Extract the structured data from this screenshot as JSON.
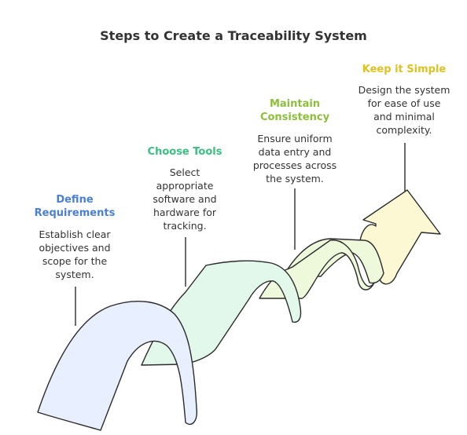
{
  "title": "Steps to Create a Traceability System",
  "steps": [
    {
      "heading": "Define\nRequirements",
      "description": "Establish clear\nobjectives and\nscope for the\nsystem.",
      "color": "#4a7fd6",
      "fill": "#e8efff"
    },
    {
      "heading": "Choose Tools",
      "description": "Select\nappropriate\nsoftware and\nhardware for\ntracking.",
      "color": "#3cbf82",
      "fill": "#e2f8ea"
    },
    {
      "heading": "Maintain\nConsistency",
      "description": "Ensure uniform\ndata entry and\nprocesses across\nthe system.",
      "color": "#8cbf3a",
      "fill": "#eef9dc"
    },
    {
      "heading": "Keep it Simple",
      "description": "Design the system\nfor ease of use\nand minimal\ncomplexity.",
      "color": "#e0c21f",
      "fill": "#fdf8d4"
    }
  ]
}
